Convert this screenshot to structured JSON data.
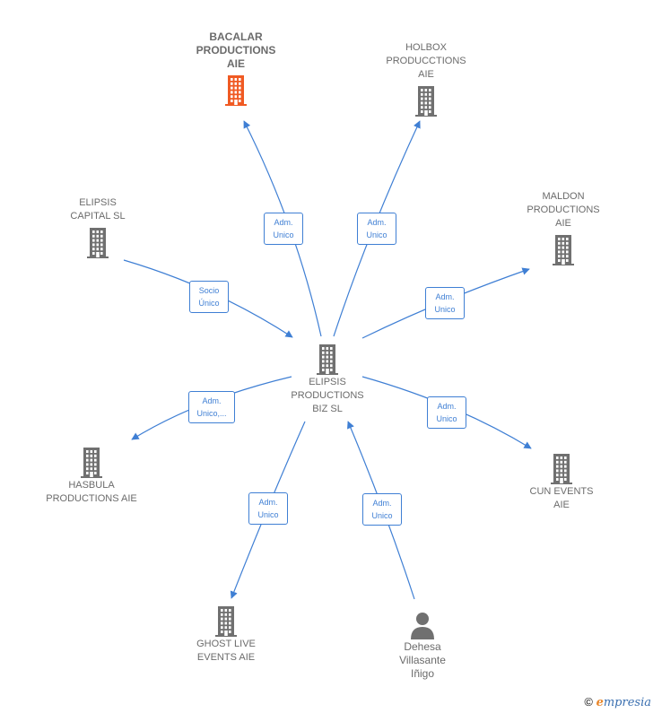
{
  "colors": {
    "edge": "#3f7fd4",
    "building": "#707070",
    "building_highlight": "#f05a23",
    "person": "#707070"
  },
  "nodes": [
    {
      "id": "center",
      "label": "ELIPSIS\nPRODUCTIONS\nBIZ  SL",
      "icon": "building-icon",
      "kind": "main"
    },
    {
      "id": "bacalar",
      "label": "BACALAR\nPRODUCTIONS\nAIE",
      "icon": "building-icon",
      "kind": "highlight"
    },
    {
      "id": "holbox",
      "label": "HOLBOX\nPRODUCCTIONS\nAIE",
      "icon": "building-icon",
      "kind": "company"
    },
    {
      "id": "maldon",
      "label": "MALDON\nPRODUCTIONS\nAIE",
      "icon": "building-icon",
      "kind": "company"
    },
    {
      "id": "elipsis_capital",
      "label": "ELIPSIS\nCAPITAL  SL",
      "icon": "building-icon",
      "kind": "company"
    },
    {
      "id": "hasbula",
      "label": "HASBULA\nPRODUCTIONS AIE",
      "icon": "building-icon",
      "kind": "company"
    },
    {
      "id": "cun",
      "label": "CUN EVENTS\nAIE",
      "icon": "building-icon",
      "kind": "company"
    },
    {
      "id": "ghost",
      "label": "GHOST LIVE\nEVENTS  AIE",
      "icon": "building-icon",
      "kind": "company"
    },
    {
      "id": "dehesa",
      "label": "Dehesa\nVillasante\nIñigo",
      "icon": "person-icon",
      "kind": "person"
    }
  ],
  "edges": [
    {
      "id": "e-bacalar",
      "label": "Adm.\nUnico"
    },
    {
      "id": "e-holbox",
      "label": "Adm.\nUnico"
    },
    {
      "id": "e-maldon",
      "label": "Adm.\nUnico"
    },
    {
      "id": "e-capital",
      "label": "Socio\nÚnico"
    },
    {
      "id": "e-hasbula",
      "label": "Adm.\nUnico,..."
    },
    {
      "id": "e-cun",
      "label": "Adm.\nUnico"
    },
    {
      "id": "e-ghost",
      "label": "Adm.\nUnico"
    },
    {
      "id": "e-dehesa",
      "label": "Adm.\nUnico"
    }
  ],
  "footer": {
    "copyright": "©",
    "brand_first": "e",
    "brand_rest": "mpresia"
  }
}
